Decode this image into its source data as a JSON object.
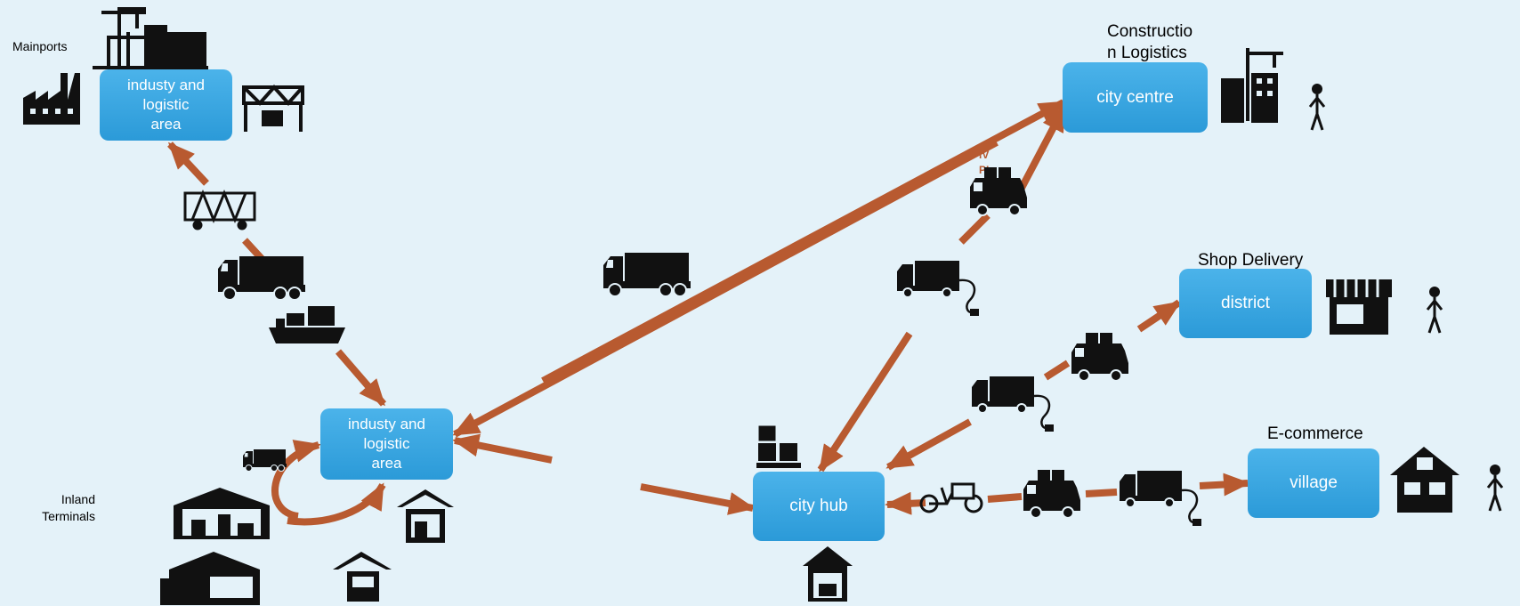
{
  "nodes": {
    "mainport_area": "industy and\nlogistic\narea",
    "inland_area": "industy and\nlogistic\narea",
    "city_centre": "city centre",
    "district": "district",
    "city_hub": "city hub",
    "village": "village"
  },
  "labels": {
    "mainports": "Mainports",
    "inland_terminals": "Inland\nTerminals",
    "construction_logistics": "Constructio\nn Logistics",
    "shop_delivery": "Shop Delivery",
    "ecommerce": "E-commerce",
    "fragment": "iV\nPI"
  },
  "colors": {
    "arrow": "#b85a30",
    "node": "#2fa1de",
    "background": "#e4f2f9",
    "icon": "#111111"
  },
  "icons": [
    "factory-icon",
    "port-crane-icon",
    "gantry-crane-icon",
    "rail-wagon-icon",
    "truck-icon",
    "container-ship-icon",
    "warehouse-icon",
    "distribution-center-icon",
    "loading-dock-icon",
    "garage-truck-icon",
    "van-icon",
    "electric-truck-icon",
    "cargo-bike-icon",
    "pallet-boxes-icon",
    "construction-site-icon",
    "shop-icon",
    "house-icon",
    "person-icon"
  ]
}
